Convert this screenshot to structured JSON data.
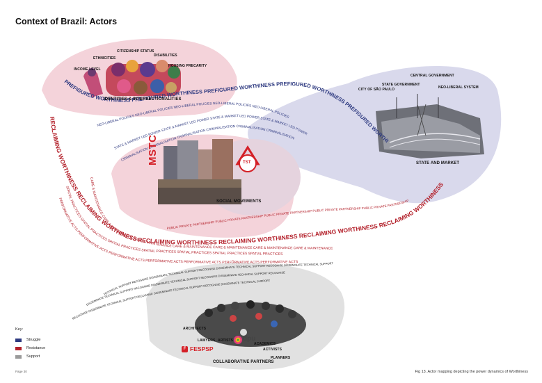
{
  "page": {
    "title": "Context of Brazil: Actors",
    "page_number": "Page 30",
    "caption": "Fig 13. Actor mapping depicting the power dynamics of Worthiness"
  },
  "colors": {
    "struggle": "#2e3a80",
    "resistance": "#b3202a",
    "support": "#9a9a9a",
    "pink_blob": "#f4d3da",
    "lavender_blob": "#d9d9ec",
    "grey_blob": "#e1e1e1"
  },
  "key": {
    "title": "Key:",
    "items": [
      {
        "label": "Struggle"
      },
      {
        "label": "Resistance"
      },
      {
        "label": "Support"
      }
    ]
  },
  "identities": {
    "labels": [
      "INCOME LEVEL",
      "ETHNICITIES",
      "CITIZENSHIP STATUS",
      "DISABILITIES",
      "HOUSING PRECARITY"
    ],
    "title": "IDENTITIES & INTERSECTIONALITIES"
  },
  "state": {
    "labels": [
      "CITY OF SÃO PAULO",
      "STATE GOVERNMENT",
      "CENTRAL GOVERNMENT",
      "NEO-LIBERAL SYSTEM"
    ],
    "title": "STATE AND MARKET"
  },
  "movements": {
    "mstc": "MSTC",
    "tst": "TST",
    "title": "SOCIAL MOVEMENTS"
  },
  "partners": {
    "labels": [
      "ARCHITECTS",
      "LAWYERS",
      "ARTISTS",
      "ACADEMICS",
      "ACTIVISTS",
      "PLANNERS"
    ],
    "fespsp": "FESPSP",
    "dpu": "dpu",
    "title": "COLLABORATIVE PARTNERS"
  },
  "bands": {
    "prefigured": "PREFIGURED WORTHINESS PREFIGURED WORTHINESS PREFIGURED WORTHINESS PREFIGURED WORTHINESS PREFIGURED WORTHINESS",
    "neoliberal": "NEO-LIBERAL POLICIES NEO-LIBERAL POLICIES NEO-LIBERAL POLICIES NEO-LIBERAL POLICIES NEO-LIBERAL POLICIES",
    "state_market": "STATE & MARKET LED POWER STATE & MARKET LED POWER STATE & MARKET LED POWER STATE & MARKET LED POWER",
    "criminalisation": "CRIMINALISATION CRIMINALISATION CRIMINALISATION CRIMINALISATION CRIMINALISATION CRIMINALISATION",
    "reclaiming": "RECLAIMING WORTHINESS RECLAIMING WORTHINESS RECLAIMING WORTHINESS RECLAIMING WORTHINESS RECLAIMING WORTHINESS RECLAIMING WORTHINESS RECLAIMING WORTHINESS",
    "ppp": "PUBLIC PRIVATE PARTNERSHIP PUBLIC PRIVATE PARTNERSHIP PUBLIC PRIVATE PARTNERSHIP PUBLIC PRIVATE PARTNERSHIP PUBLIC PRIVATE PARTNERSHIP",
    "care": "CARE & MAINTENANCE CARE & MAINTENANCE CARE & MAINTENANCE CARE & MAINTENANCE CARE & MAINTENANCE CARE & MAINTENANCE CARE & MAINTENANCE",
    "spatial": "SPATIAL PRACTICES SPATIAL PRACTICES SPATIAL PRACTICES SPATIAL PRACTICES SPATIAL PRACTICES SPATIAL PRACTICES SPATIAL PRACTICES",
    "performative": "PERFORMATIVE ACTS PERFORMATIVE ACTS PERFORMATIVE ACTS PERFORMATIVE ACTS PERFORMATIVE ACTS PERFORMATIVE ACTS PERFORMATIVE ACTS",
    "support_a": "TECHNICAL SUPPORT RECOGNISE DISSEMINATE TECHNICAL SUPPORT RECOGNISE DISSEMINATE TECHNICAL SUPPORT RECOGNISE DISSEMINATE TECHNICAL SUPPORT",
    "support_b": "DISSEMINATE TECHNICAL SUPPORT RECOGNISE DISSEMINATE TECHNICAL SUPPORT RECOGNISE DISSEMINATE TECHNICAL SUPPORT RECOGNISE",
    "support_c": "RECOGNISE DISSEMINATE TECHNICAL SUPPORT RECOGNISE DISSEMINATE TECHNICAL SUPPORT RECOGNISE DISSEMINATE TECHNICAL SUPPORT"
  }
}
